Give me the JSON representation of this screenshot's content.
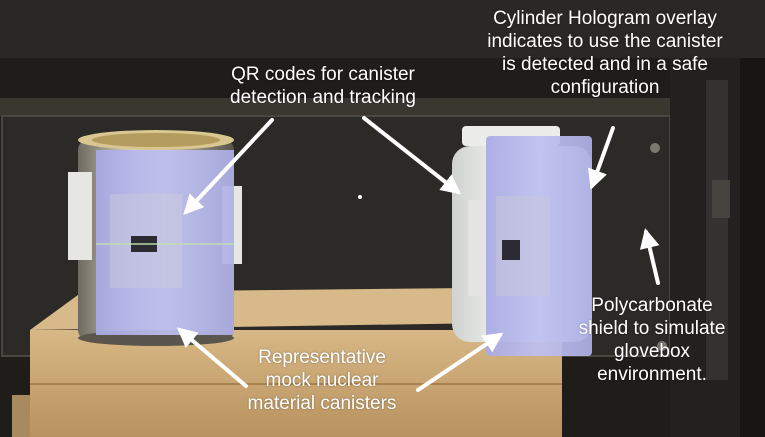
{
  "annotations": {
    "qr_codes": {
      "lines": [
        "QR codes for canister",
        "detection and tracking"
      ]
    },
    "hologram": {
      "lines": [
        "Cylinder Hologram overlay",
        "indicates to use the canister",
        "is detected and in a safe",
        "configuration"
      ]
    },
    "canisters": {
      "lines": [
        "Representative",
        "mock nuclear",
        "material canisters"
      ]
    },
    "shield": {
      "lines": [
        "Polycarbonate",
        "shield to simulate",
        "glovebox",
        "environment."
      ]
    }
  },
  "colors": {
    "hologram_overlay": "#b7b8ec",
    "annotation_text": "#ffffff",
    "cardboard_box": "#c9a775",
    "dark_shield": "#2b2926"
  }
}
